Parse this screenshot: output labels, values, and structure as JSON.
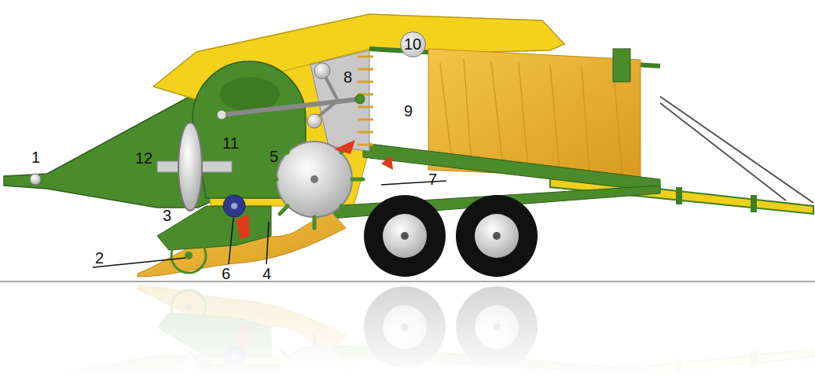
{
  "diagram": {
    "nodes": [
      {
        "text": [
          "10"
        ]
      }
    ],
    "labels": [
      "8",
      "9",
      "1",
      "12",
      "11",
      "5",
      "7",
      "3",
      "2",
      "6",
      "4"
    ]
  }
}
